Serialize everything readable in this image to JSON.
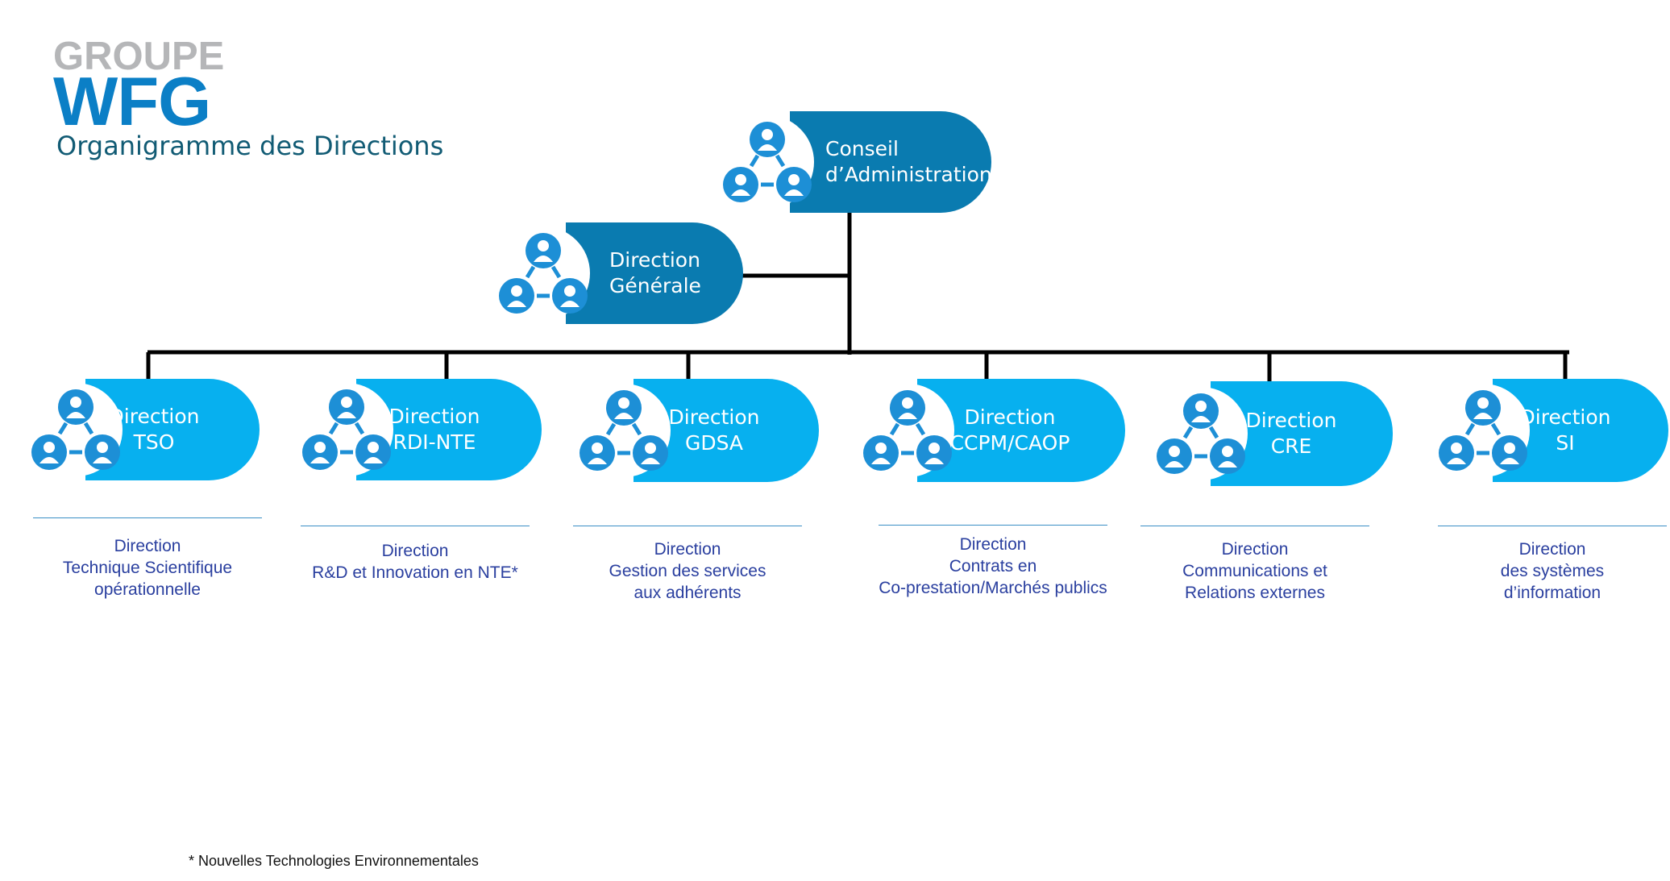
{
  "logo": {
    "top": "GROUPE",
    "main": "WFG"
  },
  "subtitle": "Organigramme des Directions",
  "colors": {
    "top_pill": "#0a7bb0",
    "child_pill": "#07b0ef",
    "icon": "#1d8fd6",
    "desc_text": "#2a3f9f",
    "logo_blue": "#0b7fc6",
    "logo_grey": "#b5b6b8"
  },
  "nodes": {
    "conseil": {
      "line1": "Conseil",
      "line2": "d’Administration",
      "icon": "people-network-icon"
    },
    "generale": {
      "line1": "Direction",
      "line2": "Générale",
      "icon": "people-network-icon"
    }
  },
  "directions": [
    {
      "line1": "Direction",
      "line2": "TSO",
      "desc": [
        "Direction",
        "Technique Scientifique",
        "opérationnelle"
      ]
    },
    {
      "line1": "Direction",
      "line2": "RDI-NTE",
      "desc": [
        "Direction",
        "R&D et Innovation en NTE*"
      ]
    },
    {
      "line1": "Direction",
      "line2": "GDSA",
      "desc": [
        "Direction",
        "Gestion  des services",
        "aux adhérents"
      ]
    },
    {
      "line1": "Direction",
      "line2": "CCPM/CAOP",
      "desc": [
        "Direction",
        "Contrats en",
        "Co-prestation/Marchés publics"
      ]
    },
    {
      "line1": "Direction",
      "line2": "CRE",
      "desc": [
        "Direction",
        "Communications et",
        "Relations externes"
      ]
    },
    {
      "line1": "Direction",
      "line2": "SI",
      "desc": [
        "Direction",
        "des systèmes",
        "d’information"
      ]
    }
  ],
  "footnote": "* Nouvelles Technologies Environnementales"
}
